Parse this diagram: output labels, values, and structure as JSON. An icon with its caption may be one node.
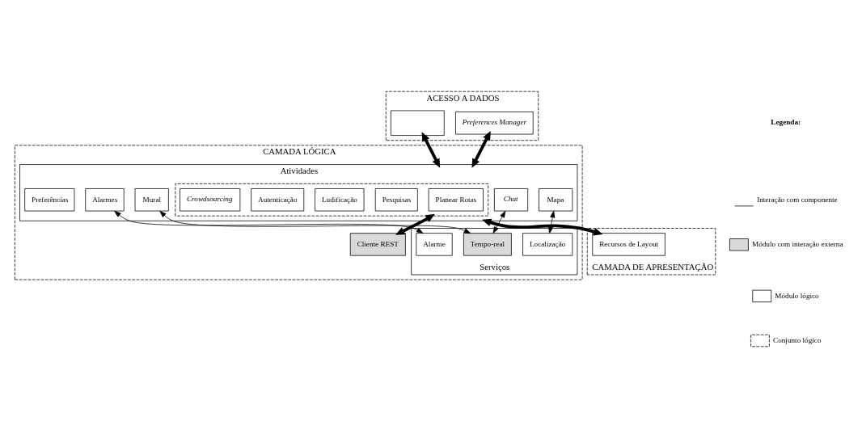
{
  "diagram": {
    "nodes": [
      {
        "text": [
          "ACESSO A DADOS"
        ]
      },
      {
        "text": [
          "Preferences Manager"
        ],
        "in": 0
      },
      {
        "text": [],
        "shape": "box",
        "in": 0
      },
      {
        "text": [
          "CAMADA LÓGICA"
        ]
      },
      {
        "text": [
          "Atividades"
        ],
        "in": 3
      },
      {
        "text": [],
        "shape": "box",
        "in": 4
      },
      {
        "text": [
          "Planear Rotas"
        ],
        "in": 5
      },
      {
        "text": [
          "Pesquisas"
        ],
        "in": 5
      },
      {
        "text": [
          "Ludificação"
        ],
        "in": 5
      },
      {
        "text": [
          "Autenticação"
        ],
        "in": 5
      },
      {
        "text": [
          "Crowdsourcing"
        ],
        "in": 5
      },
      {
        "text": [
          "Alarmes"
        ],
        "in": 4
      },
      {
        "text": [
          "Mural"
        ],
        "in": 4
      },
      {
        "text": [
          "Chat"
        ],
        "in": 4
      },
      {
        "text": [
          "Mapa"
        ],
        "in": 4
      },
      {
        "text": [
          "Preferências"
        ],
        "in": 4
      },
      {
        "text": [
          "Serviços"
        ],
        "in": 3
      },
      {
        "text": [
          "Alarme"
        ],
        "in": 16
      },
      {
        "text": [
          "Tempo-real"
        ],
        "in": 16
      },
      {
        "text": [
          "Localização"
        ],
        "in": 16
      },
      {
        "text": [
          "Cliente REST"
        ],
        "in": 3
      },
      {
        "text": [
          "CAMADA DE APRESENTAÇÃO"
        ]
      },
      {
        "text": [
          "Recursos de Layout"
        ],
        "in": 21
      }
    ],
    "edges": [
      {
        "from": 1,
        "to": 4,
        "arrow": "both",
        "style": "thick"
      },
      {
        "from": 2,
        "to": 4,
        "arrow": "both",
        "style": "thick"
      },
      {
        "from": 5,
        "to": 20,
        "arrow": "both",
        "style": "thick"
      },
      {
        "from": 11,
        "to": 17,
        "arrow": "both"
      },
      {
        "from": 12,
        "to": 18,
        "arrow": "both"
      },
      {
        "from": 13,
        "to": 18,
        "arrow": "both"
      },
      {
        "from": 14,
        "to": 19,
        "arrow": "both"
      },
      {
        "from": 4,
        "to": 22,
        "arrow": "both",
        "style": "thick"
      }
    ],
    "labels": [
      "Legenda:"
    ],
    "legend": [
      {
        "text": "Interação com componente"
      },
      {
        "text": "Módulo com interação externa"
      },
      {
        "text": "Módulo lógico"
      },
      {
        "text": "Conjunto lógico"
      }
    ]
  }
}
